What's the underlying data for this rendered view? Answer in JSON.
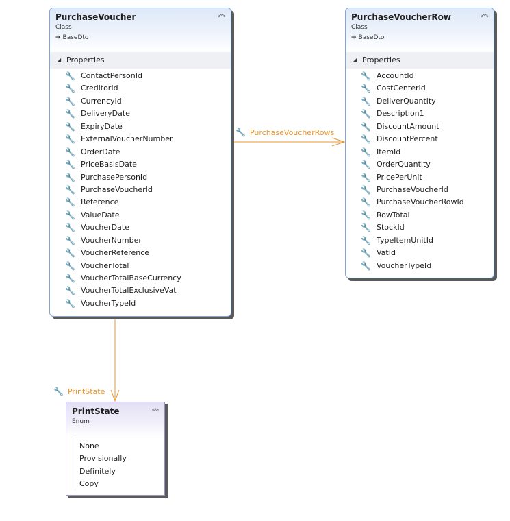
{
  "classes": [
    {
      "name": "PurchaseVoucher",
      "kind": "Class",
      "base": "BaseDto",
      "section_label": "Properties",
      "properties": [
        "ContactPersonId",
        "CreditorId",
        "CurrencyId",
        "DeliveryDate",
        "ExpiryDate",
        "ExternalVoucherNumber",
        "OrderDate",
        "PriceBasisDate",
        "PurchasePersonId",
        "PurchaseVoucherId",
        "Reference",
        "ValueDate",
        "VoucherDate",
        "VoucherNumber",
        "VoucherReference",
        "VoucherTotal",
        "VoucherTotalBaseCurrency",
        "VoucherTotalExclusiveVat",
        "VoucherTypeId"
      ]
    },
    {
      "name": "PurchaseVoucherRow",
      "kind": "Class",
      "base": "BaseDto",
      "section_label": "Properties",
      "properties": [
        "AccountId",
        "CostCenterId",
        "DeliverQuantity",
        "Description1",
        "DiscountAmount",
        "DiscountPercent",
        "ItemId",
        "OrderQuantity",
        "PricePerUnit",
        "PurchaseVoucherId",
        "PurchaseVoucherRowId",
        "RowTotal",
        "StockId",
        "TypeItemUnitId",
        "VatId",
        "VoucherTypeId"
      ]
    }
  ],
  "enum": {
    "name": "PrintState",
    "kind": "Enum",
    "values": [
      "None",
      "Provisionally",
      "Definitely",
      "Copy"
    ]
  },
  "associations": {
    "rows_label": "PurchaseVoucherRows",
    "print_label": "PrintState"
  },
  "colors": {
    "association": "#e8962b",
    "class_border": "#7ea7d8",
    "enum_border": "#9d92c8"
  },
  "icons": {
    "property": "wrench-icon",
    "collapse": "double-chevron-up-icon",
    "section_toggle": "triangle-down-icon",
    "base_arrow": "arrow-right-icon"
  }
}
